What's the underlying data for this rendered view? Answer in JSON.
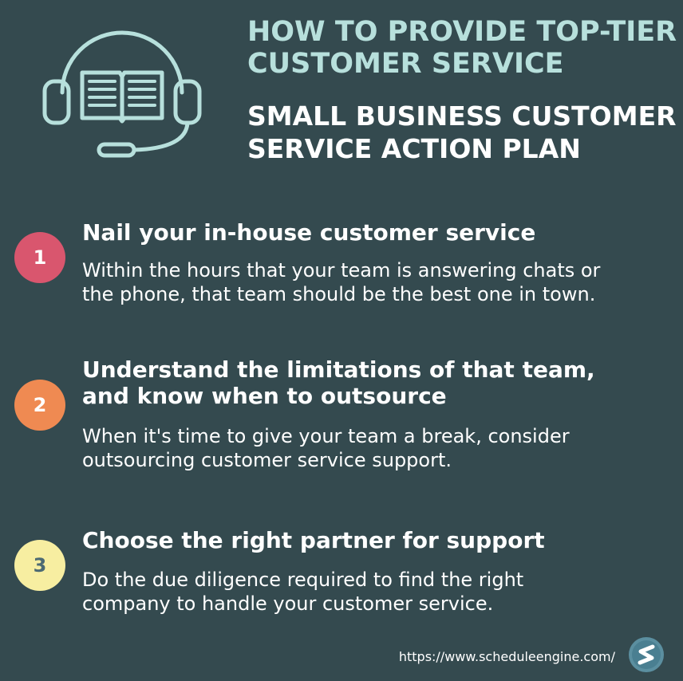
{
  "header": {
    "title_line1": "HOW TO PROVIDE TOP-TIER",
    "title_line2": "CUSTOMER SERVICE",
    "subtitle_line1": "SMALL BUSINESS CUSTOMER",
    "subtitle_line2": "SERVICE ACTION PLAN",
    "icon": "headset-book-icon"
  },
  "colors": {
    "background": "#344a4f",
    "title": "#b7e0dc",
    "badge_1": "#d9566e",
    "badge_2": "#ef8a52",
    "badge_3": "#f7eea1"
  },
  "steps": [
    {
      "number": "1",
      "heading": "Nail your in-house customer service",
      "body_line1": "Within the hours that your team is answering chats or",
      "body_line2": "the phone, that team should be the best one in town."
    },
    {
      "number": "2",
      "heading_line1": "Understand the limitations of that team,",
      "heading_line2": "and know when to outsource",
      "body_line1": "When it's time to give your team a break, consider",
      "body_line2": "outsourcing customer service support."
    },
    {
      "number": "3",
      "heading": "Choose the right partner for support",
      "body_line1": "Do the due diligence required to find the right",
      "body_line2": "company to handle your customer service."
    }
  ],
  "footer": {
    "url": "https://www.scheduleengine.com/",
    "logo": "schedule-engine-logo"
  }
}
